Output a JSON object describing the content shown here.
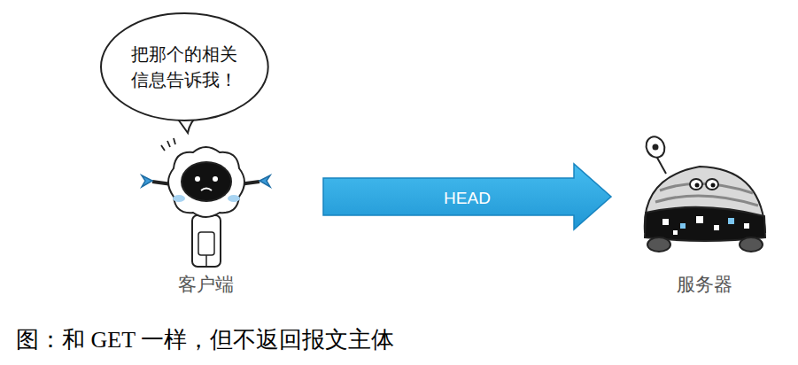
{
  "diagram": {
    "caption": "图：和 GET 一样，但不返回报文主体",
    "nodes": [
      {
        "text": [
          "把那个的相关信息告诉我！"
        ]
      },
      {
        "text": [
          "客户端"
        ]
      },
      {
        "text": [
          "服务器"
        ]
      }
    ],
    "edges": [
      {
        "from": 1,
        "to": 2,
        "label": "HEAD",
        "arrow": "to"
      }
    ]
  }
}
